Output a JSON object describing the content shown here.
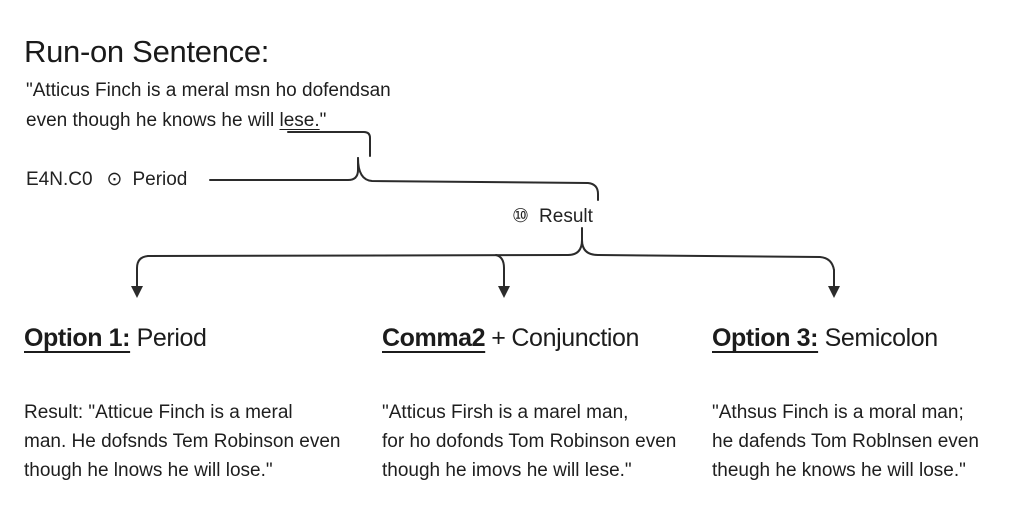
{
  "title": "Run-on Sentence:",
  "sentence": {
    "line1": "\"Atticus Finch is a meral msn ho dofendsan",
    "line2_start": "even though he knows he will ",
    "line2_underlined": "lese.",
    "line2_end": "\""
  },
  "period_label": {
    "prefix": "E4N.C0",
    "glyph": "⊙",
    "text": "Period"
  },
  "result_label": {
    "glyph": "⑩",
    "text": "Result"
  },
  "options": [
    {
      "title_underlined": "Option 1:",
      "title_rest": " Period",
      "body": "Result: \"Atticue Finch is a meral\nman. He dofsnds Tem Robinson even\nthough he lnows he will lose.\""
    },
    {
      "title_underlined": "Comma2",
      "title_plus": "+",
      "title_rest": "Conjunction",
      "body": "\"Atticus Firsh is a marel man,\nfor ho dofonds Tom Robinson even\nthough he imovs he will lese.\""
    },
    {
      "title_underlined": "Option 3:",
      "title_rest": " Semicolon",
      "body": "\"Athsus Finch is a moral man;\nhe dafends Tom Roblnsen even\ntheugh he knows he will lose.\""
    }
  ],
  "colors": {
    "text": "#1e1e1e",
    "connector": "#2b2b2b",
    "background": "#ffffff"
  }
}
